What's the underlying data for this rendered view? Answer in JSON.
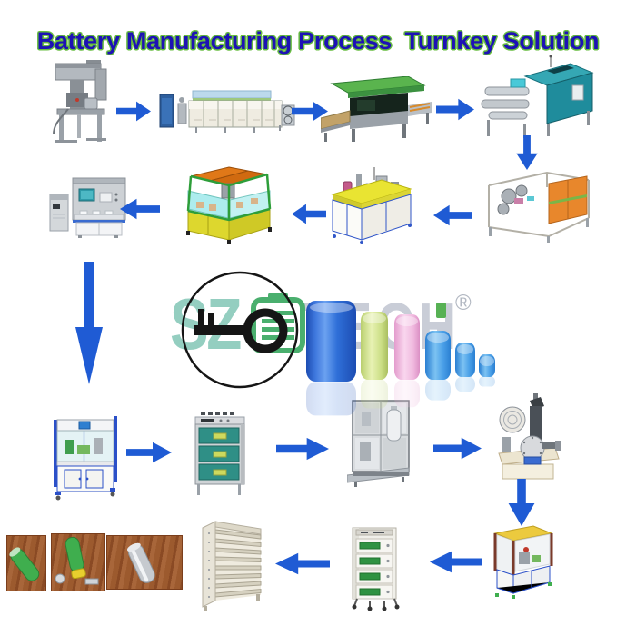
{
  "title": {
    "text": "Battery Manufacturing Process  Turnkey Solution"
  },
  "logo": {
    "sz": "SZ",
    "tech": "TECH",
    "reg": "®"
  },
  "palette": {
    "arrow_blue": "#1f5bd4",
    "title_blue": "#1d12b5",
    "title_outline_green": "#67bd3f",
    "logo_sz_teal": "#94cec0",
    "logo_tech_gray": "#c9cdd7",
    "logo_battery_green": "#4aaf6e",
    "battery_blue": "#2f6fd8",
    "battery_yellowgreen": "#d7e694",
    "battery_pink": "#f2bce0",
    "battery_lightblue": "#4aa0e8"
  },
  "flow": {
    "row1": [
      "vacuum-mixing-machine",
      "electrode-coating-machine",
      "calendering-machine",
      "slitting-machine"
    ],
    "row2": [
      "winding-machine",
      "tab-welding-machine",
      "electrode-inspection-machine",
      "glove-box-spot-welder"
    ],
    "row3": [
      "cell-assembly-machine",
      "vacuum-drying-oven",
      "electrolyte-filling-machine",
      "sealing-crimping-machine"
    ],
    "row4": [
      "cell-cleaning-machine",
      "aging-test-cabinet",
      "formation-testing-rack",
      "finished-battery-cells"
    ]
  }
}
